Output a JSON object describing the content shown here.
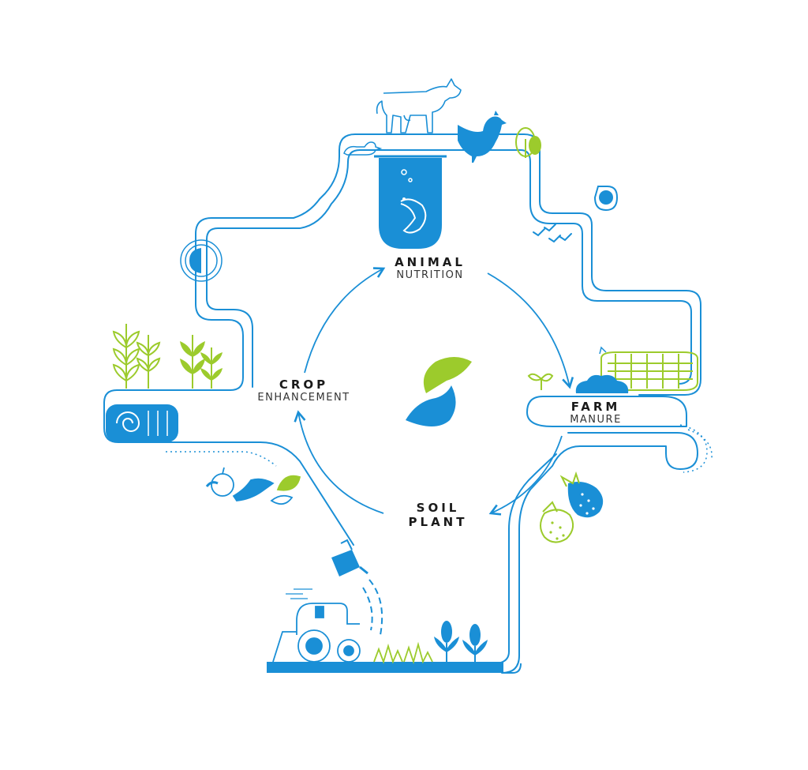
{
  "labels": {
    "animal": {
      "title": "ANIMAL",
      "subtitle": "NUTRITION"
    },
    "farm": {
      "title": "FARM",
      "subtitle": "MANURE"
    },
    "soil": {
      "line1": "SOIL",
      "line2": "PLANT"
    },
    "crop": {
      "title": "CROP",
      "subtitle": "ENHANCEMENT"
    }
  },
  "colors": {
    "blue": "#1a8fd6",
    "green": "#9ccb2c",
    "text": "#1a1a1a"
  },
  "icons": [
    "cow-icon",
    "duck-icon",
    "hen-icon",
    "tree-icon",
    "shrimp-icon",
    "water-drop-icon",
    "birds-icon",
    "manure-lagoon-icon",
    "sprout-icon",
    "strawberry-icon",
    "corn-plant-icon",
    "grass-icon",
    "tractor-icon",
    "watering-can-icon",
    "hand-apple-icon",
    "hay-bale-icon",
    "wheat-icon",
    "brand-logo-icon"
  ]
}
